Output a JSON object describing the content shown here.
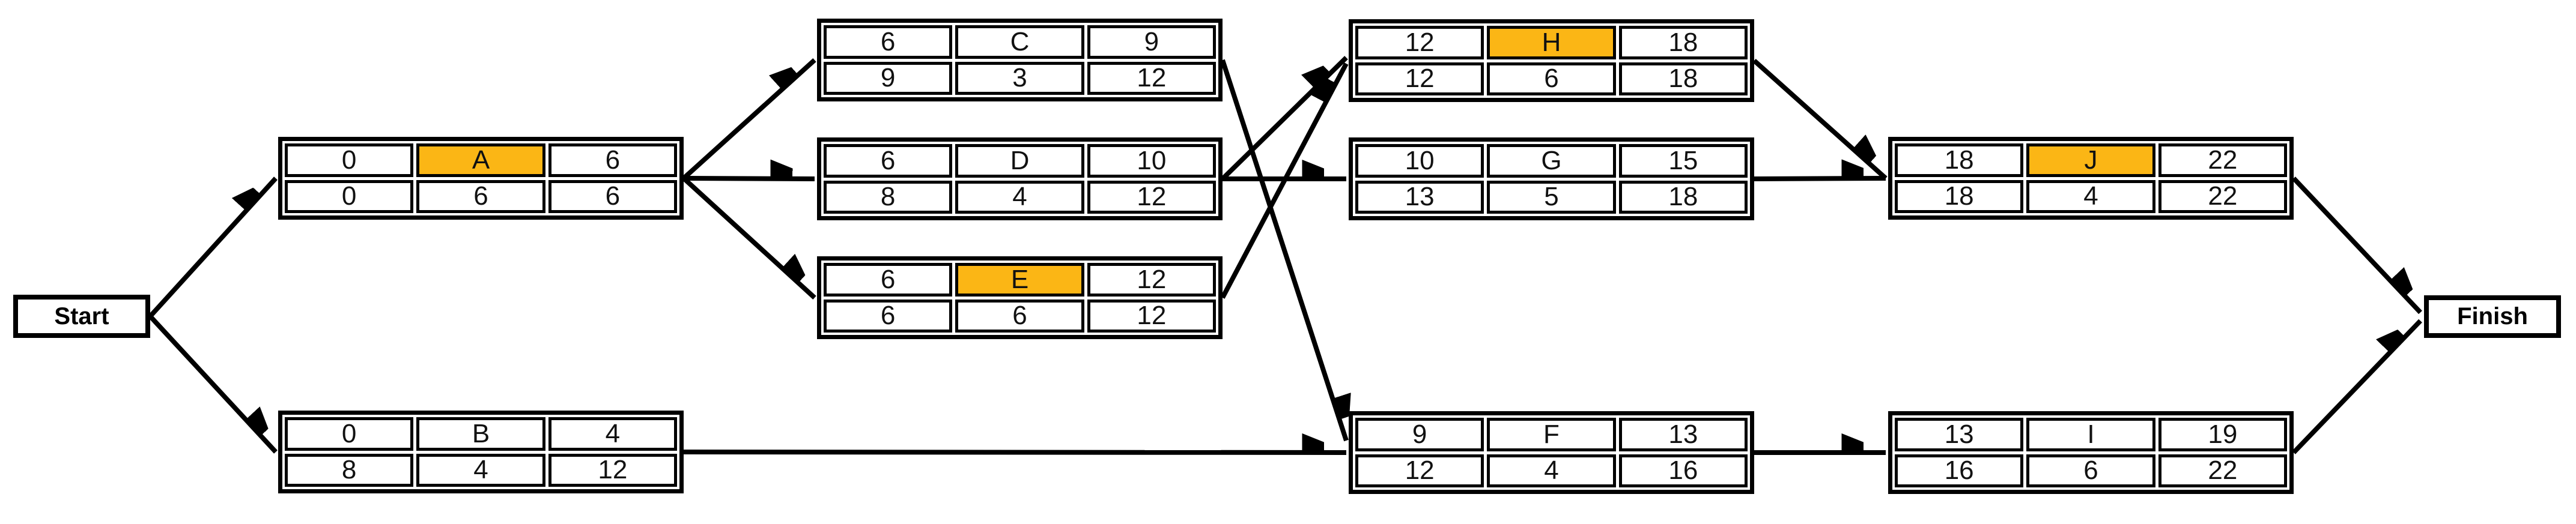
{
  "network": {
    "type": "activity-on-node precedence diagram (CPM)",
    "colors": {
      "critical_activity_fill": "#FBB615",
      "line_color": "#000000",
      "box_fill": "#FFFFFF"
    },
    "start": {
      "label": "Start"
    },
    "finish": {
      "label": "Finish"
    },
    "cell_meaning": [
      "early_start",
      "name",
      "early_finish",
      "late_start",
      "duration",
      "late_finish"
    ],
    "activities": [
      {
        "name": "A",
        "early_start": "0",
        "early_finish": "6",
        "late_start": "0",
        "duration": "6",
        "late_finish": "6",
        "highlighted": true
      },
      {
        "name": "B",
        "early_start": "0",
        "early_finish": "4",
        "late_start": "8",
        "duration": "4",
        "late_finish": "12",
        "highlighted": false
      },
      {
        "name": "C",
        "early_start": "6",
        "early_finish": "9",
        "late_start": "9",
        "duration": "3",
        "late_finish": "12",
        "highlighted": false
      },
      {
        "name": "D",
        "early_start": "6",
        "early_finish": "10",
        "late_start": "8",
        "duration": "4",
        "late_finish": "12",
        "highlighted": false
      },
      {
        "name": "E",
        "early_start": "6",
        "early_finish": "12",
        "late_start": "6",
        "duration": "6",
        "late_finish": "12",
        "highlighted": true
      },
      {
        "name": "F",
        "early_start": "9",
        "early_finish": "13",
        "late_start": "12",
        "duration": "4",
        "late_finish": "16",
        "highlighted": false
      },
      {
        "name": "G",
        "early_start": "10",
        "early_finish": "15",
        "late_start": "13",
        "duration": "5",
        "late_finish": "18",
        "highlighted": false
      },
      {
        "name": "H",
        "early_start": "12",
        "early_finish": "18",
        "late_start": "12",
        "duration": "6",
        "late_finish": "18",
        "highlighted": true
      },
      {
        "name": "I",
        "early_start": "13",
        "early_finish": "19",
        "late_start": "16",
        "duration": "6",
        "late_finish": "22",
        "highlighted": false
      },
      {
        "name": "J",
        "early_start": "18",
        "early_finish": "22",
        "late_start": "18",
        "duration": "4",
        "late_finish": "22",
        "highlighted": true
      }
    ],
    "edges": [
      [
        "Start",
        "A"
      ],
      [
        "Start",
        "B"
      ],
      [
        "A",
        "C"
      ],
      [
        "A",
        "D"
      ],
      [
        "A",
        "E"
      ],
      [
        "B",
        "F"
      ],
      [
        "C",
        "F"
      ],
      [
        "D",
        "G"
      ],
      [
        "D",
        "H"
      ],
      [
        "E",
        "H"
      ],
      [
        "H",
        "J"
      ],
      [
        "G",
        "J"
      ],
      [
        "F",
        "I"
      ],
      [
        "J",
        "Finish"
      ],
      [
        "I",
        "Finish"
      ]
    ]
  }
}
